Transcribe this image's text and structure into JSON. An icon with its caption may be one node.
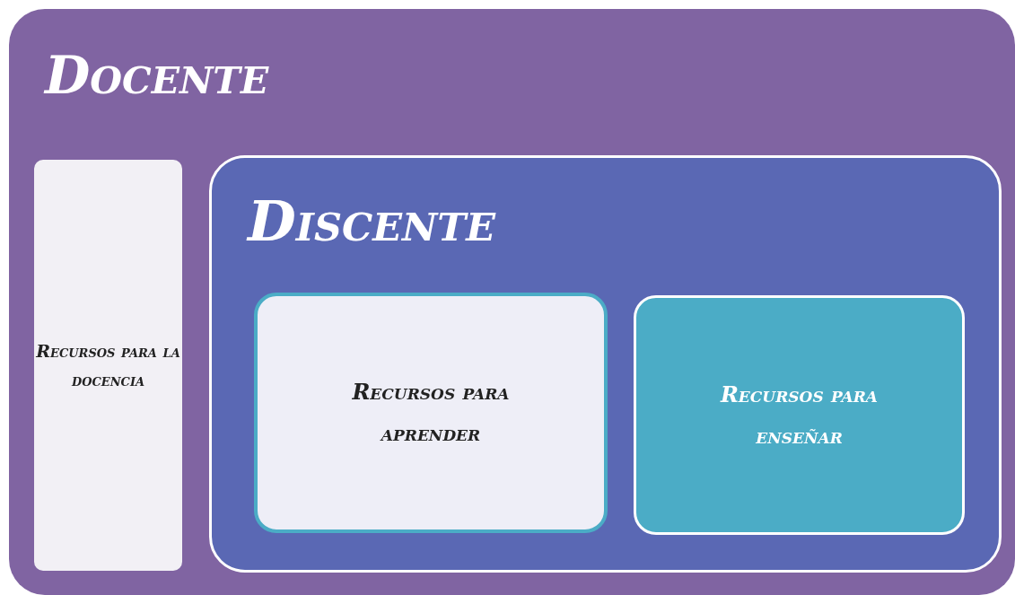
{
  "diagram": {
    "nodes": [
      {
        "text": [
          "Docente"
        ]
      },
      {
        "text": [
          "Recursos para la docencia"
        ],
        "in": 0
      },
      {
        "text": [
          "Discente"
        ],
        "in": 0
      },
      {
        "text": [
          "Recursos para aprender"
        ],
        "in": 2
      },
      {
        "text": [
          "Recursos para enseñar"
        ],
        "in": 2
      }
    ],
    "edges": []
  }
}
